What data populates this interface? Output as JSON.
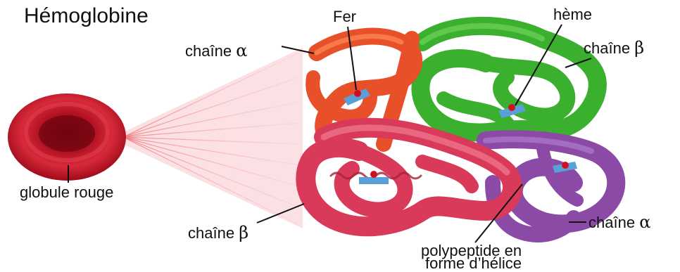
{
  "title": "Hémoglobine",
  "labels": {
    "fer": "Fer",
    "heme": "hème",
    "chain_alpha_top": "chaîne",
    "chain_alpha_top_symbol": "α",
    "chain_beta_top": "chaîne",
    "chain_beta_top_symbol": "β",
    "chain_beta_bottom": "chaîne",
    "chain_beta_bottom_symbol": "β",
    "chain_alpha_bottom": "chaîne",
    "chain_alpha_bottom_symbol": "α",
    "red_cell": "globule rouge",
    "polypeptide_line1": "polypeptide en",
    "polypeptide_line2": "forme d’hélice"
  },
  "colors": {
    "alpha_top": "#e8502a",
    "beta_top": "#3bb02f",
    "beta_bottom": "#d93a5a",
    "alpha_bottom": "#8b4aa6",
    "red_cell": "#c41a2a",
    "heme": "#5aa0d8",
    "iron": "#d01020",
    "rays": "#ef8f9f"
  }
}
